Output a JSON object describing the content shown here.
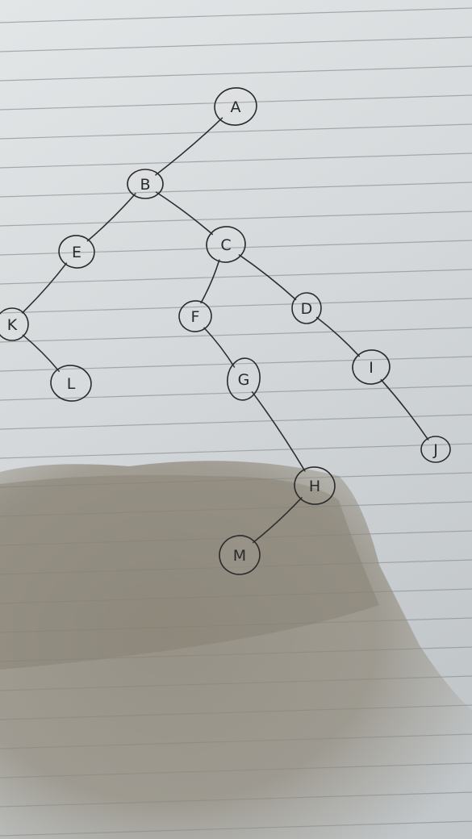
{
  "colors": {
    "paper_light": "#dfe2e4",
    "paper_mid": "#c9ced1",
    "shadow": "#8d8678",
    "ink": "#2b2b2b",
    "rule_line": "#8f979c"
  },
  "tree": {
    "nodes": [
      {
        "id": "A",
        "label": "A"
      },
      {
        "id": "B",
        "label": "B"
      },
      {
        "id": "E",
        "label": "E"
      },
      {
        "id": "C",
        "label": "C"
      },
      {
        "id": "K",
        "label": "K"
      },
      {
        "id": "L",
        "label": "L"
      },
      {
        "id": "F",
        "label": "F"
      },
      {
        "id": "D",
        "label": "D"
      },
      {
        "id": "G",
        "label": "G"
      },
      {
        "id": "I",
        "label": "I"
      },
      {
        "id": "J",
        "label": "J"
      },
      {
        "id": "H",
        "label": "H"
      },
      {
        "id": "M",
        "label": "M"
      }
    ],
    "edges": [
      [
        "A",
        "B"
      ],
      [
        "B",
        "E"
      ],
      [
        "B",
        "C"
      ],
      [
        "E",
        "K"
      ],
      [
        "K",
        "L"
      ],
      [
        "C",
        "F"
      ],
      [
        "C",
        "D"
      ],
      [
        "F",
        "G"
      ],
      [
        "D",
        "I"
      ],
      [
        "I",
        "J"
      ],
      [
        "G",
        "H"
      ],
      [
        "H",
        "M"
      ]
    ]
  }
}
